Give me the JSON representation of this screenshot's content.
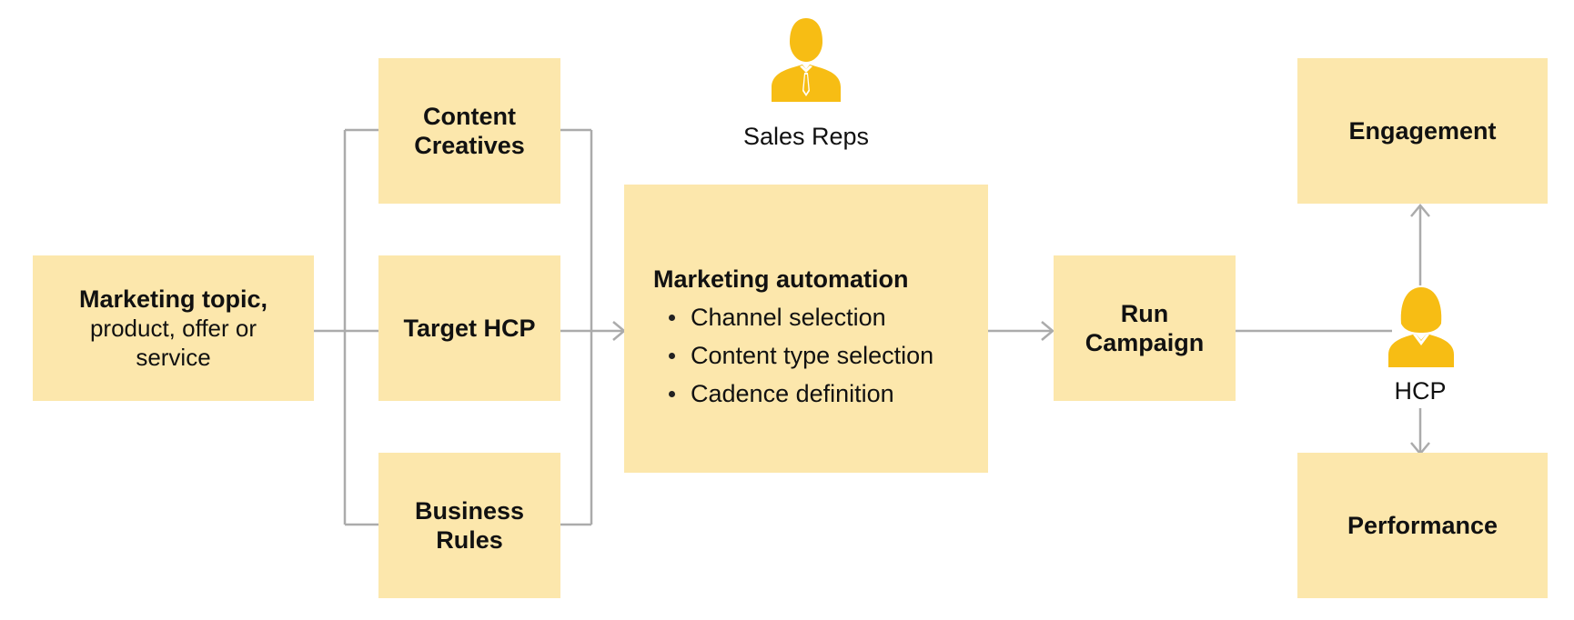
{
  "colors": {
    "box_fill": "#fce7ac",
    "icon_fill": "#f7bd14",
    "connector": "#ababab"
  },
  "boxes": {
    "marketing_topic": {
      "bold": "Marketing topic,",
      "line2": "product, offer or",
      "line3": "service"
    },
    "content_creatives": {
      "line1": "Content",
      "line2": "Creatives"
    },
    "target_hcp": {
      "label": "Target HCP"
    },
    "business_rules": {
      "line1": "Business",
      "line2": "Rules"
    },
    "marketing_automation": {
      "heading": "Marketing automation",
      "bullets": [
        "Channel selection",
        "Content type selection",
        "Cadence definition"
      ]
    },
    "run_campaign": {
      "line1": "Run",
      "line2": "Campaign"
    },
    "engagement": {
      "label": "Engagement"
    },
    "performance": {
      "label": "Performance"
    }
  },
  "actors": {
    "sales_reps": {
      "label": "Sales Reps",
      "icon": "businessman-icon"
    },
    "hcp": {
      "label": "HCP",
      "icon": "businesswoman-icon"
    }
  }
}
